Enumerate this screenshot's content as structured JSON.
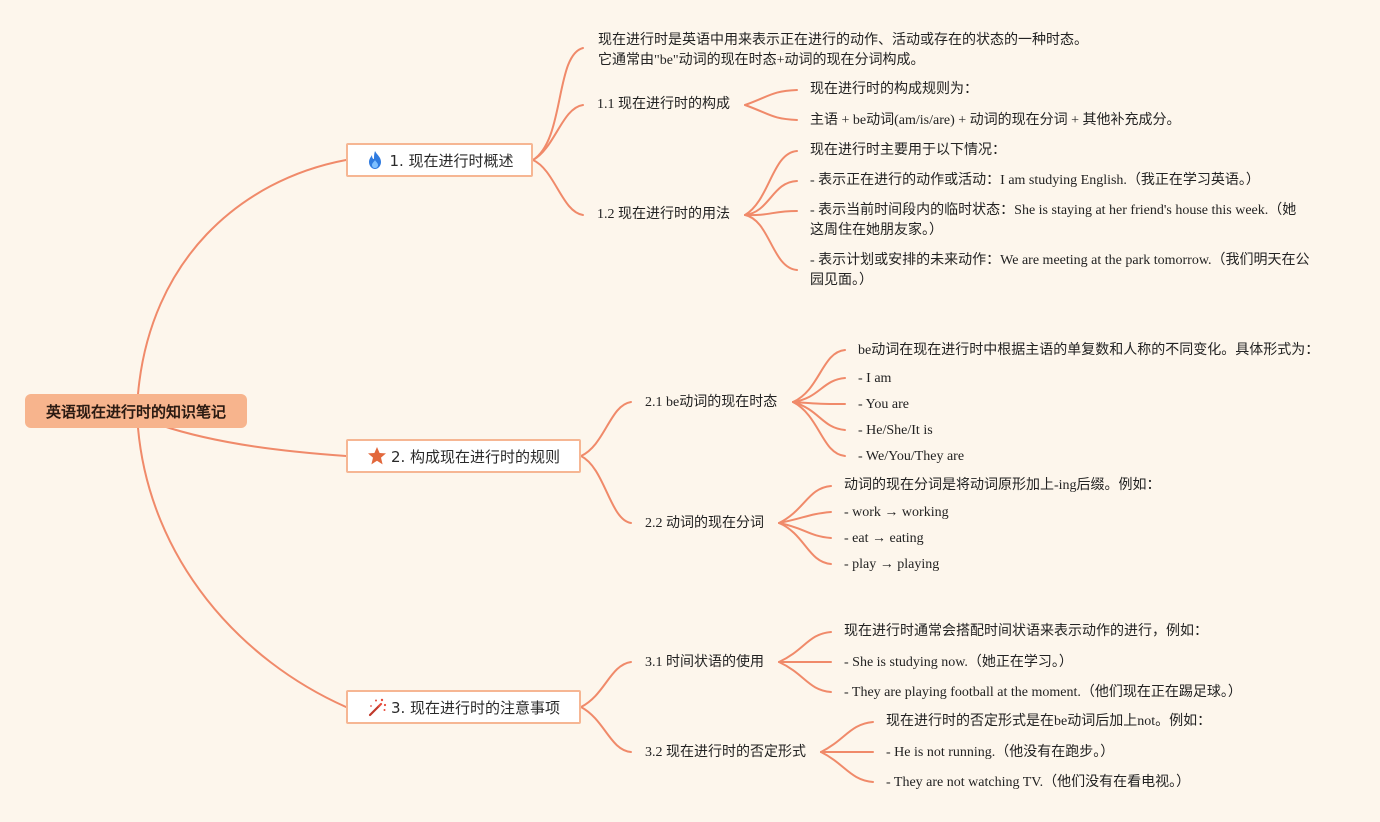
{
  "root": {
    "label": "英语现在进行时的知识笔记"
  },
  "sections": [
    {
      "label": "1. 现在进行时概述",
      "icon": "fire-icon",
      "intro": [
        "现在进行时是英语中用来表示正在进行的动作、活动或存在的状态的一种时态。",
        "它通常由\"be\"动词的现在时态+动词的现在分词构成。"
      ],
      "subtopics": [
        {
          "label": "1.1 现在进行时的构成",
          "points": [
            "现在进行时的构成规则为：",
            "主语 + be动词(am/is/are) + 动词的现在分词 + 其他补充成分。"
          ]
        },
        {
          "label": "1.2 现在进行时的用法",
          "points": [
            "现在进行时主要用于以下情况：",
            "- 表示正在进行的动作或活动：I am studying English.（我正在学习英语。）",
            "- 表示当前时间段内的临时状态：She is staying at her friend's house this week.（她这周住在她朋友家。）",
            "- 表示计划或安排的未来动作：We are meeting at the park tomorrow.（我们明天在公园见面。）"
          ]
        }
      ]
    },
    {
      "label": "2. 构成现在进行时的规则",
      "icon": "star-icon",
      "subtopics": [
        {
          "label": "2.1 be动词的现在时态",
          "points": [
            "be动词在现在进行时中根据主语的单复数和人称的不同变化。具体形式为：",
            "- I am",
            "- You are",
            "- He/She/It is",
            "- We/You/They are"
          ]
        },
        {
          "label": "2.2 动词的现在分词",
          "points": [
            "动词的现在分词是将动词原形加上-ing后缀。例如：",
            "- work → working",
            "- eat → eating",
            "- play → playing"
          ]
        }
      ]
    },
    {
      "label": "3. 现在进行时的注意事项",
      "icon": "magic-wand-icon",
      "subtopics": [
        {
          "label": "3.1 时间状语的使用",
          "points": [
            "现在进行时通常会搭配时间状语来表示动作的进行，例如：",
            "- She is studying now.（她正在学习。）",
            "- They are playing football at the moment.（他们现在正在踢足球。）"
          ]
        },
        {
          "label": "3.2 现在进行时的否定形式",
          "points": [
            "现在进行时的否定形式是在be动词后加上not。例如：",
            "- He is not running.（他没有在跑步。）",
            "- They are not watching TV.（他们没有在看电视。）"
          ]
        }
      ]
    }
  ]
}
